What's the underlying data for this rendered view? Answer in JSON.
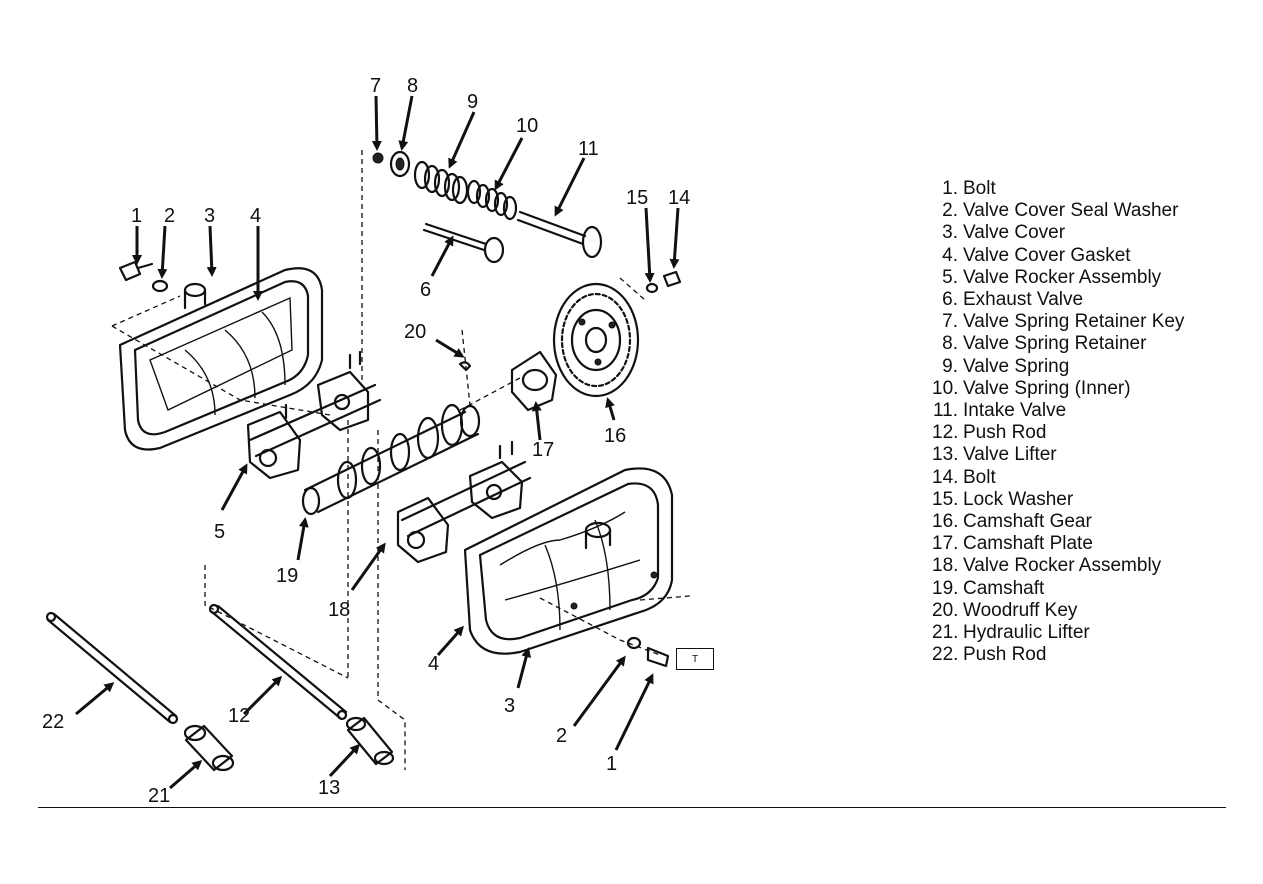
{
  "legend": [
    {
      "num": "1.",
      "name": "Bolt"
    },
    {
      "num": "2.",
      "name": "Valve Cover Seal Washer"
    },
    {
      "num": "3.",
      "name": "Valve Cover"
    },
    {
      "num": "4.",
      "name": "Valve Cover Gasket"
    },
    {
      "num": "5.",
      "name": "Valve Rocker Assembly"
    },
    {
      "num": "6.",
      "name": "Exhaust Valve"
    },
    {
      "num": "7.",
      "name": "Valve Spring Retainer Key"
    },
    {
      "num": "8.",
      "name": "Valve Spring Retainer"
    },
    {
      "num": "9.",
      "name": "Valve Spring"
    },
    {
      "num": "10.",
      "name": "Valve Spring (Inner)"
    },
    {
      "num": "11.",
      "name": "Intake Valve"
    },
    {
      "num": "12.",
      "name": "Push Rod"
    },
    {
      "num": "13.",
      "name": "Valve Lifter"
    },
    {
      "num": "14.",
      "name": "Bolt"
    },
    {
      "num": "15.",
      "name": "Lock Washer"
    },
    {
      "num": "16.",
      "name": "Camshaft Gear"
    },
    {
      "num": "17.",
      "name": "Camshaft Plate"
    },
    {
      "num": "18.",
      "name": "Valve Rocker Assembly"
    },
    {
      "num": "19.",
      "name": "Camshaft"
    },
    {
      "num": "20.",
      "name": "Woodruff Key"
    },
    {
      "num": "21.",
      "name": "Hydraulic Lifter"
    },
    {
      "num": "22.",
      "name": "Push Rod"
    }
  ],
  "callouts": {
    "c1": "1",
    "c2": "2",
    "c3": "3",
    "c4": "4",
    "c5": "5",
    "c6": "6",
    "c7": "7",
    "c8": "8",
    "c9": "9",
    "c10": "10",
    "c11": "11",
    "c12": "12",
    "c13": "13",
    "c14": "14",
    "c15": "15",
    "c16": "16",
    "c17": "17",
    "c18": "18",
    "c19": "19",
    "c20": "20",
    "c21": "21",
    "c22": "22",
    "c1b": "1",
    "c2b": "2",
    "c3b": "3",
    "c4b": "4"
  },
  "torque_box": "T"
}
